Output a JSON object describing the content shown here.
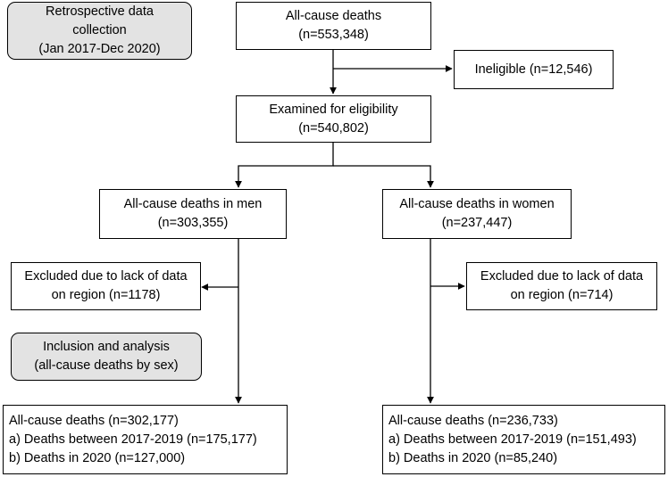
{
  "boxes": {
    "collection": [
      "Retrospective data",
      "collection",
      "(Jan 2017-Dec 2020)"
    ],
    "all_deaths": [
      "All-cause deaths",
      "(n=553,348)"
    ],
    "ineligible": [
      "Ineligible (n=12,546)"
    ],
    "examined": [
      "Examined for eligibility",
      "(n=540,802)"
    ],
    "men": [
      "All-cause deaths in men",
      "(n=303,355)"
    ],
    "women": [
      "All-cause deaths in women",
      "(n=237,447)"
    ],
    "excluded_men": [
      "Excluded due to lack of data",
      "on region (n=1178)"
    ],
    "excluded_women": [
      "Excluded due to lack of data",
      "on region (n=714)"
    ],
    "inclusion": [
      "Inclusion and analysis",
      "(all-cause deaths by sex)"
    ],
    "final_men": [
      "All-cause deaths (n=302,177)",
      "a) Deaths between 2017-2019 (n=175,177)",
      "b) Deaths in 2020 (n=127,000)"
    ],
    "final_women": [
      "All-cause deaths (n=236,733)",
      "a) Deaths between 2017-2019 (n=151,493)",
      "b) Deaths in 2020 (n=85,240)"
    ]
  }
}
